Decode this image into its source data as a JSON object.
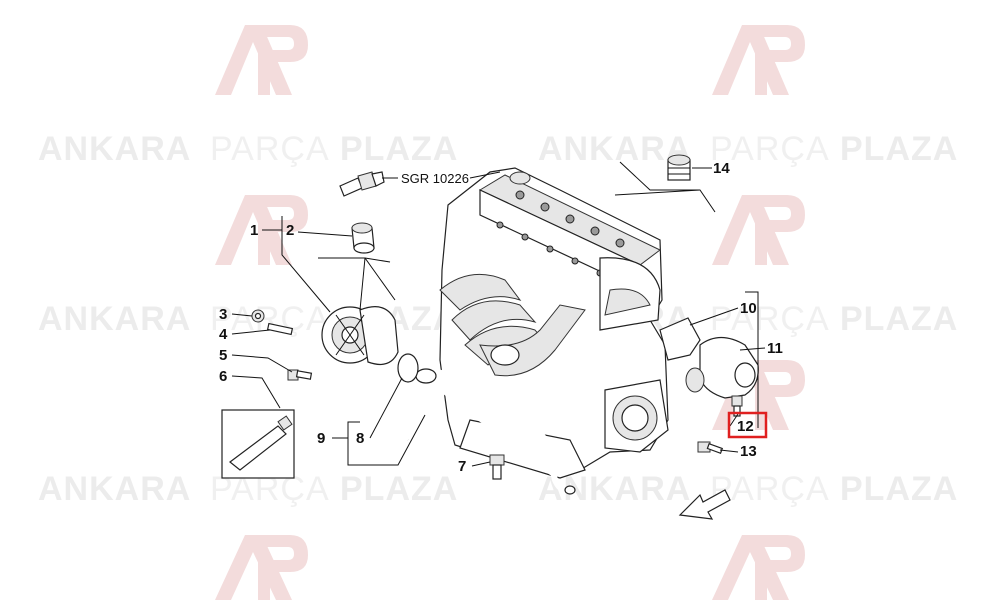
{
  "watermark": {
    "word_a": "ANKARA",
    "word_b": "PARÇA",
    "word_c": "PLAZA",
    "logo_color": "#f3dcdc",
    "text_color": "#ececec"
  },
  "diagram": {
    "reference_label": "SGR 10226",
    "callouts": [
      "1",
      "2",
      "3",
      "4",
      "5",
      "6",
      "7",
      "8",
      "9",
      "10",
      "11",
      "12",
      "13",
      "14"
    ],
    "highlighted_callout": "12",
    "highlight_color": "#e02020"
  }
}
